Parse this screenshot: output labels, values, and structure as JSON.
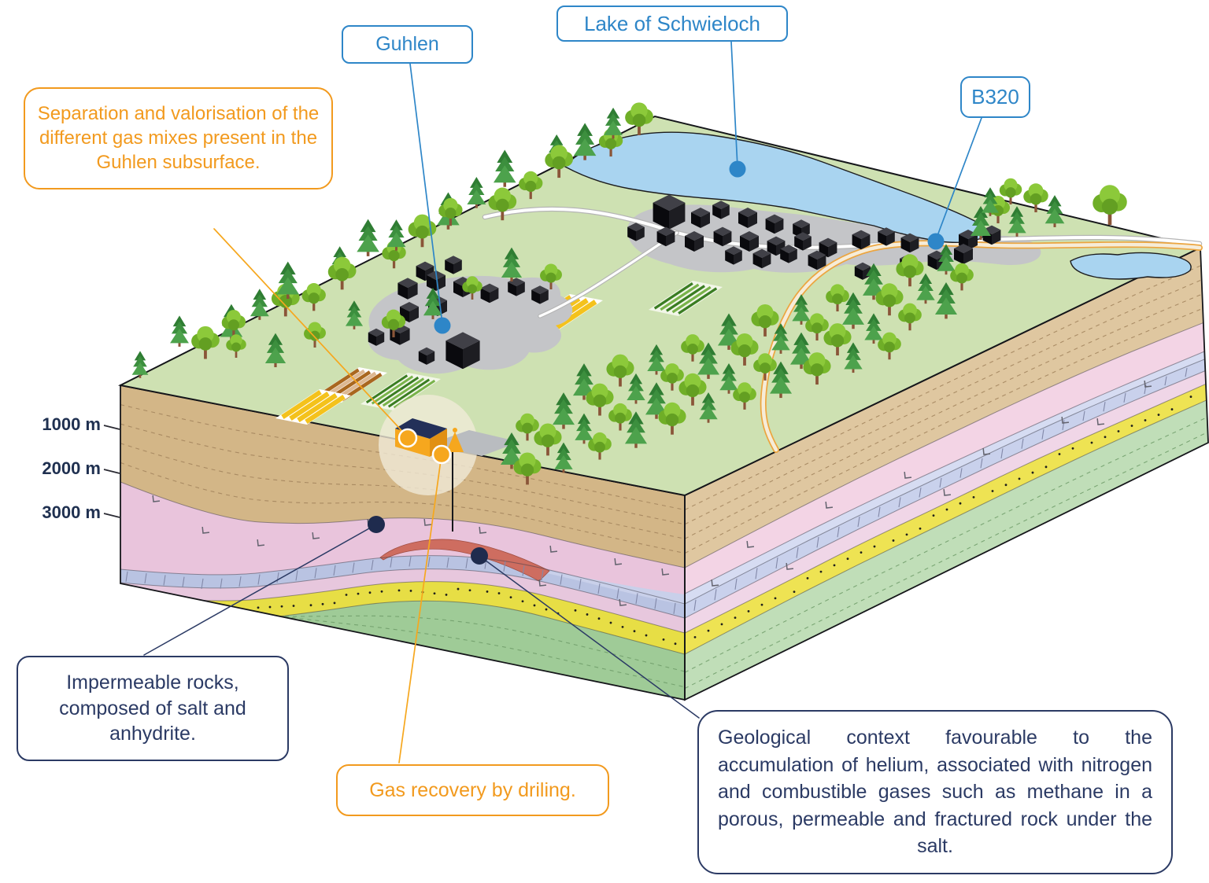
{
  "callouts": {
    "guhlen": {
      "label": "Guhlen"
    },
    "lake": {
      "label": "Lake of Schwieloch"
    },
    "b320": {
      "label": "B320"
    },
    "separation": {
      "label": "Separation and valorisation of the different gas mixes present in the Guhlen subsurface."
    },
    "impermeable": {
      "label": "Impermeable rocks, composed of salt and anhydrite."
    },
    "gas_recovery": {
      "label": "Gas recovery by driling."
    },
    "geological_context": {
      "label": "Geological context favourable to the accumulation of helium, associated with nitrogen and combustible gases such as methane in a porous, permeable and fractured rock under the salt."
    }
  },
  "depth_scale": {
    "markers": [
      "1000 m",
      "2000 m",
      "3000 m"
    ]
  },
  "colors": {
    "callout_blue": "#2e86c8",
    "callout_orange": "#f29a1e",
    "callout_navy": "#2b3a64",
    "marker_navy": "#1f2b4e",
    "plant_orange": "#f6a71e",
    "grass": "#cee1b2",
    "lake_blue": "#a9d4f0",
    "sand_tan": "#d3b687",
    "salt_pink": "#e9c4dc",
    "limestone_blue": "#b9c3e2",
    "reservoir_red": "#ce6d60",
    "sandstone_yellow": "#e7de45",
    "basement_green": "#9fcb97"
  }
}
